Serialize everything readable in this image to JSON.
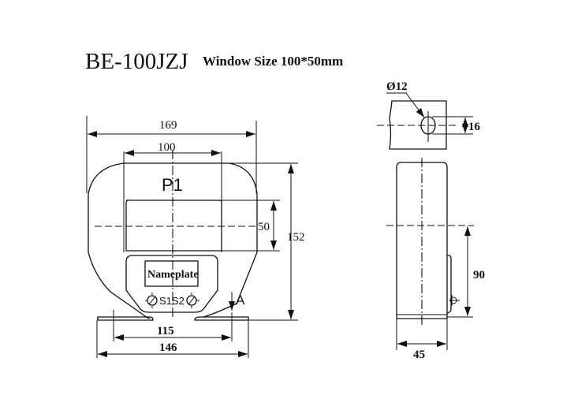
{
  "title": {
    "model": "BE-100JZJ",
    "subtitle": "Window Size 100*50mm"
  },
  "front_view": {
    "window_label": "P1",
    "nameplate_label": "Nameplate",
    "terminal_label": "S1S2",
    "view_marker": "A",
    "dimensions": {
      "overall_width": "169",
      "window_width": "100",
      "window_height": "50",
      "overall_height": "152",
      "mount_hole_spacing": "115",
      "base_width": "146"
    }
  },
  "side_view": {
    "hole_label": "Ø12",
    "hole_prefix": "Ø",
    "hole_value": "12",
    "dimensions": {
      "hole_slot": "16",
      "center_height": "90",
      "depth": "45"
    }
  },
  "colors": {
    "line": "#111111",
    "background": "#ffffff"
  }
}
